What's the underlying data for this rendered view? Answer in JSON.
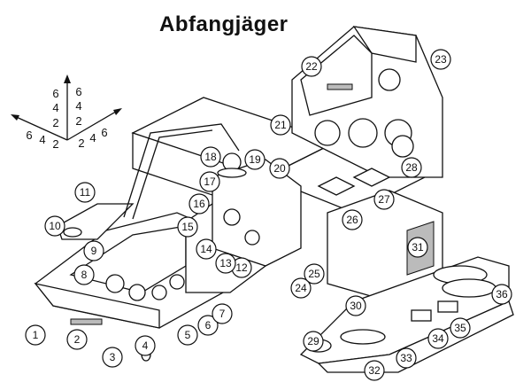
{
  "title": "Abfangjäger",
  "axes": {
    "vertical_left": [
      "6",
      "4",
      "2"
    ],
    "vertical_right": [
      "6",
      "4",
      "2"
    ],
    "left_axis": [
      "6",
      "4",
      "2"
    ],
    "right_axis": [
      "2",
      "4",
      "6"
    ]
  },
  "callouts": {
    "c1": "1",
    "c2": "2",
    "c3": "3",
    "c4": "4",
    "c5": "5",
    "c6": "6",
    "c7": "7",
    "c8": "8",
    "c9": "9",
    "c10": "10",
    "c11": "11",
    "c12": "12",
    "c13": "13",
    "c14": "14",
    "c15": "15",
    "c16": "16",
    "c17": "17",
    "c18": "18",
    "c19": "19",
    "c20": "20",
    "c21": "21",
    "c22": "22",
    "c23": "23",
    "c24": "24",
    "c25": "25",
    "c26": "26",
    "c27": "27",
    "c28": "28",
    "c29": "29",
    "c30": "30",
    "c31": "31",
    "c32": "32",
    "c33": "33",
    "c34": "34",
    "c35": "35",
    "c36": "36"
  }
}
